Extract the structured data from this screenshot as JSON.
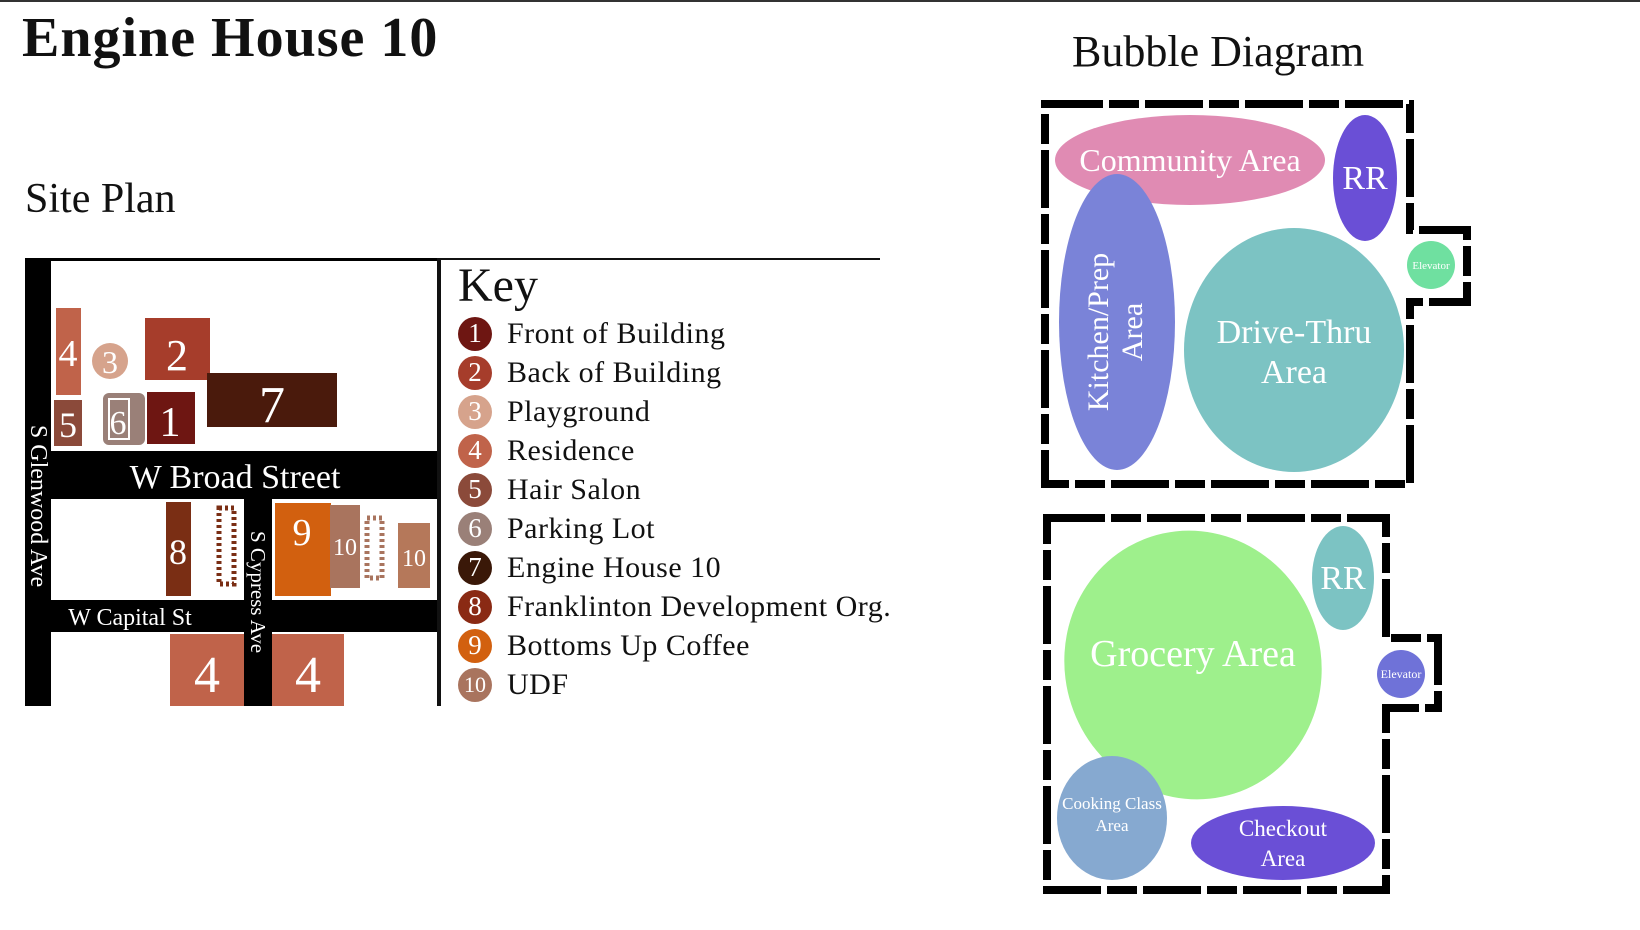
{
  "page": {
    "title": "Engine House 10"
  },
  "site_plan": {
    "title": "Site Plan",
    "streets": {
      "broad": "W Broad Street",
      "capital": "W Capital St",
      "glenwood": "S Glenwood Ave",
      "cypress": "S Cypress Ave"
    },
    "lots": [
      {
        "label": "4",
        "color": "#c0634a"
      },
      {
        "label": "3",
        "color": "#d6a38c"
      },
      {
        "label": "2",
        "color": "#a63d2b"
      },
      {
        "label": "7",
        "color": "#4a1a0c"
      },
      {
        "label": "5",
        "color": "#8b4a3a"
      },
      {
        "label": "6",
        "color": "#9a8078"
      },
      {
        "label": "1",
        "color": "#6e1612"
      },
      {
        "label": "8",
        "color": "#7a2e14"
      },
      {
        "label": "9",
        "color": "#d2600f"
      },
      {
        "label": "10",
        "color": "#a9745e"
      },
      {
        "label": "10",
        "color": "#b5785a"
      },
      {
        "label": "4",
        "color": "#c0634a"
      },
      {
        "label": "4",
        "color": "#c0634a"
      }
    ]
  },
  "key": {
    "title": "Key",
    "items": [
      {
        "num": "1",
        "label": "Front of Building",
        "color": "#6e1612"
      },
      {
        "num": "2",
        "label": "Back of Building",
        "color": "#a63d2b"
      },
      {
        "num": "3",
        "label": "Playground",
        "color": "#d6a38c"
      },
      {
        "num": "4",
        "label": "Residence",
        "color": "#c0634a"
      },
      {
        "num": "5",
        "label": "Hair Salon",
        "color": "#8b4a3a"
      },
      {
        "num": "6",
        "label": "Parking Lot",
        "color": "#9a8078"
      },
      {
        "num": "7",
        "label": "Engine House 10",
        "color": "#3a1808"
      },
      {
        "num": "8",
        "label": "Franklinton Development Org.",
        "color": "#8a2a14"
      },
      {
        "num": "9",
        "label": "Bottoms Up Coffee",
        "color": "#d2600f"
      },
      {
        "num": "10",
        "label": "UDF",
        "color": "#a9745e"
      }
    ]
  },
  "bubble_diagram": {
    "title": "Bubble Diagram",
    "upper_floor": {
      "community": {
        "label": "Community Area",
        "color": "#e08bb3"
      },
      "restroom": {
        "label": "RR",
        "color": "#6a4fd6"
      },
      "kitchen": {
        "line1": "Kitchen/Prep",
        "line2": "Area",
        "color": "#7a83d8"
      },
      "drive_thru": {
        "line1": "Drive-Thru",
        "line2": "Area",
        "color": "#7cc3c3"
      },
      "elevator": {
        "label": "Elevator",
        "color": "#6fe0a0"
      }
    },
    "lower_floor": {
      "grocery": {
        "label": "Grocery Area",
        "color": "#9ef08c"
      },
      "restroom": {
        "label": "RR",
        "color": "#7cc3c3"
      },
      "elevator": {
        "label": "Elevator",
        "color": "#6f72d8"
      },
      "cooking": {
        "line1": "Cooking Class",
        "line2": "Area",
        "color": "#86a9d0"
      },
      "checkout": {
        "line1": "Checkout",
        "line2": "Area",
        "color": "#6a4fd6"
      }
    }
  }
}
